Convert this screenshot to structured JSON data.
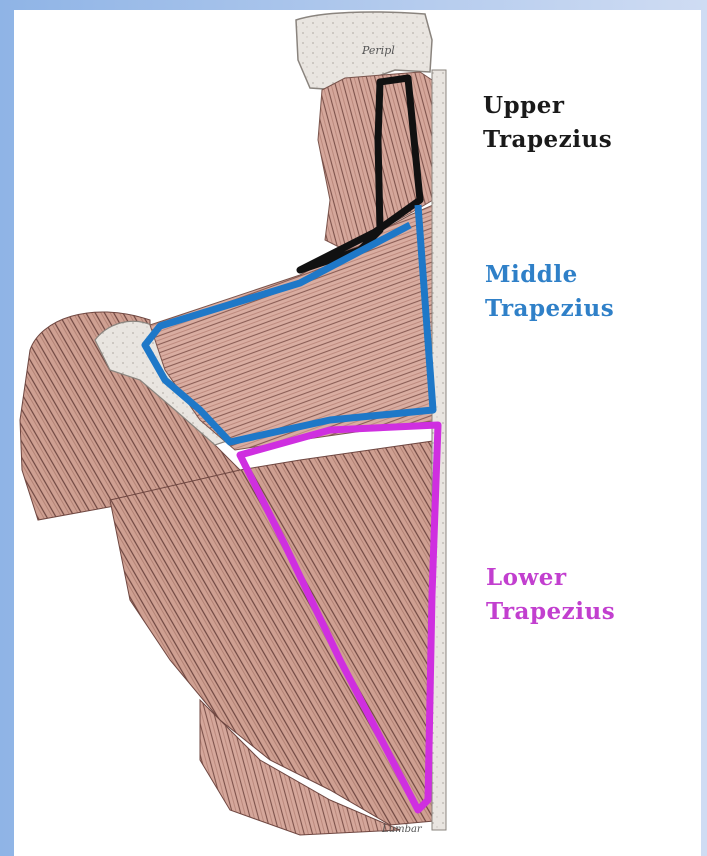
{
  "figure": {
    "bone_labels": {
      "top": "Peripl",
      "bottom": "Lumbar"
    }
  },
  "labels": {
    "upper": {
      "line1": "Upper",
      "line2": "Trapezius",
      "color": "#1a1a1a"
    },
    "middle": {
      "line1": "Middle",
      "line2": "Trapezius",
      "color": "#2f80c8"
    },
    "lower": {
      "line1": "Lower",
      "line2": "Trapezius",
      "color": "#c23fcf"
    }
  },
  "outline_colors": {
    "upper": "#111111",
    "middle": "#1e78c8",
    "lower": "#cf2fe0"
  }
}
